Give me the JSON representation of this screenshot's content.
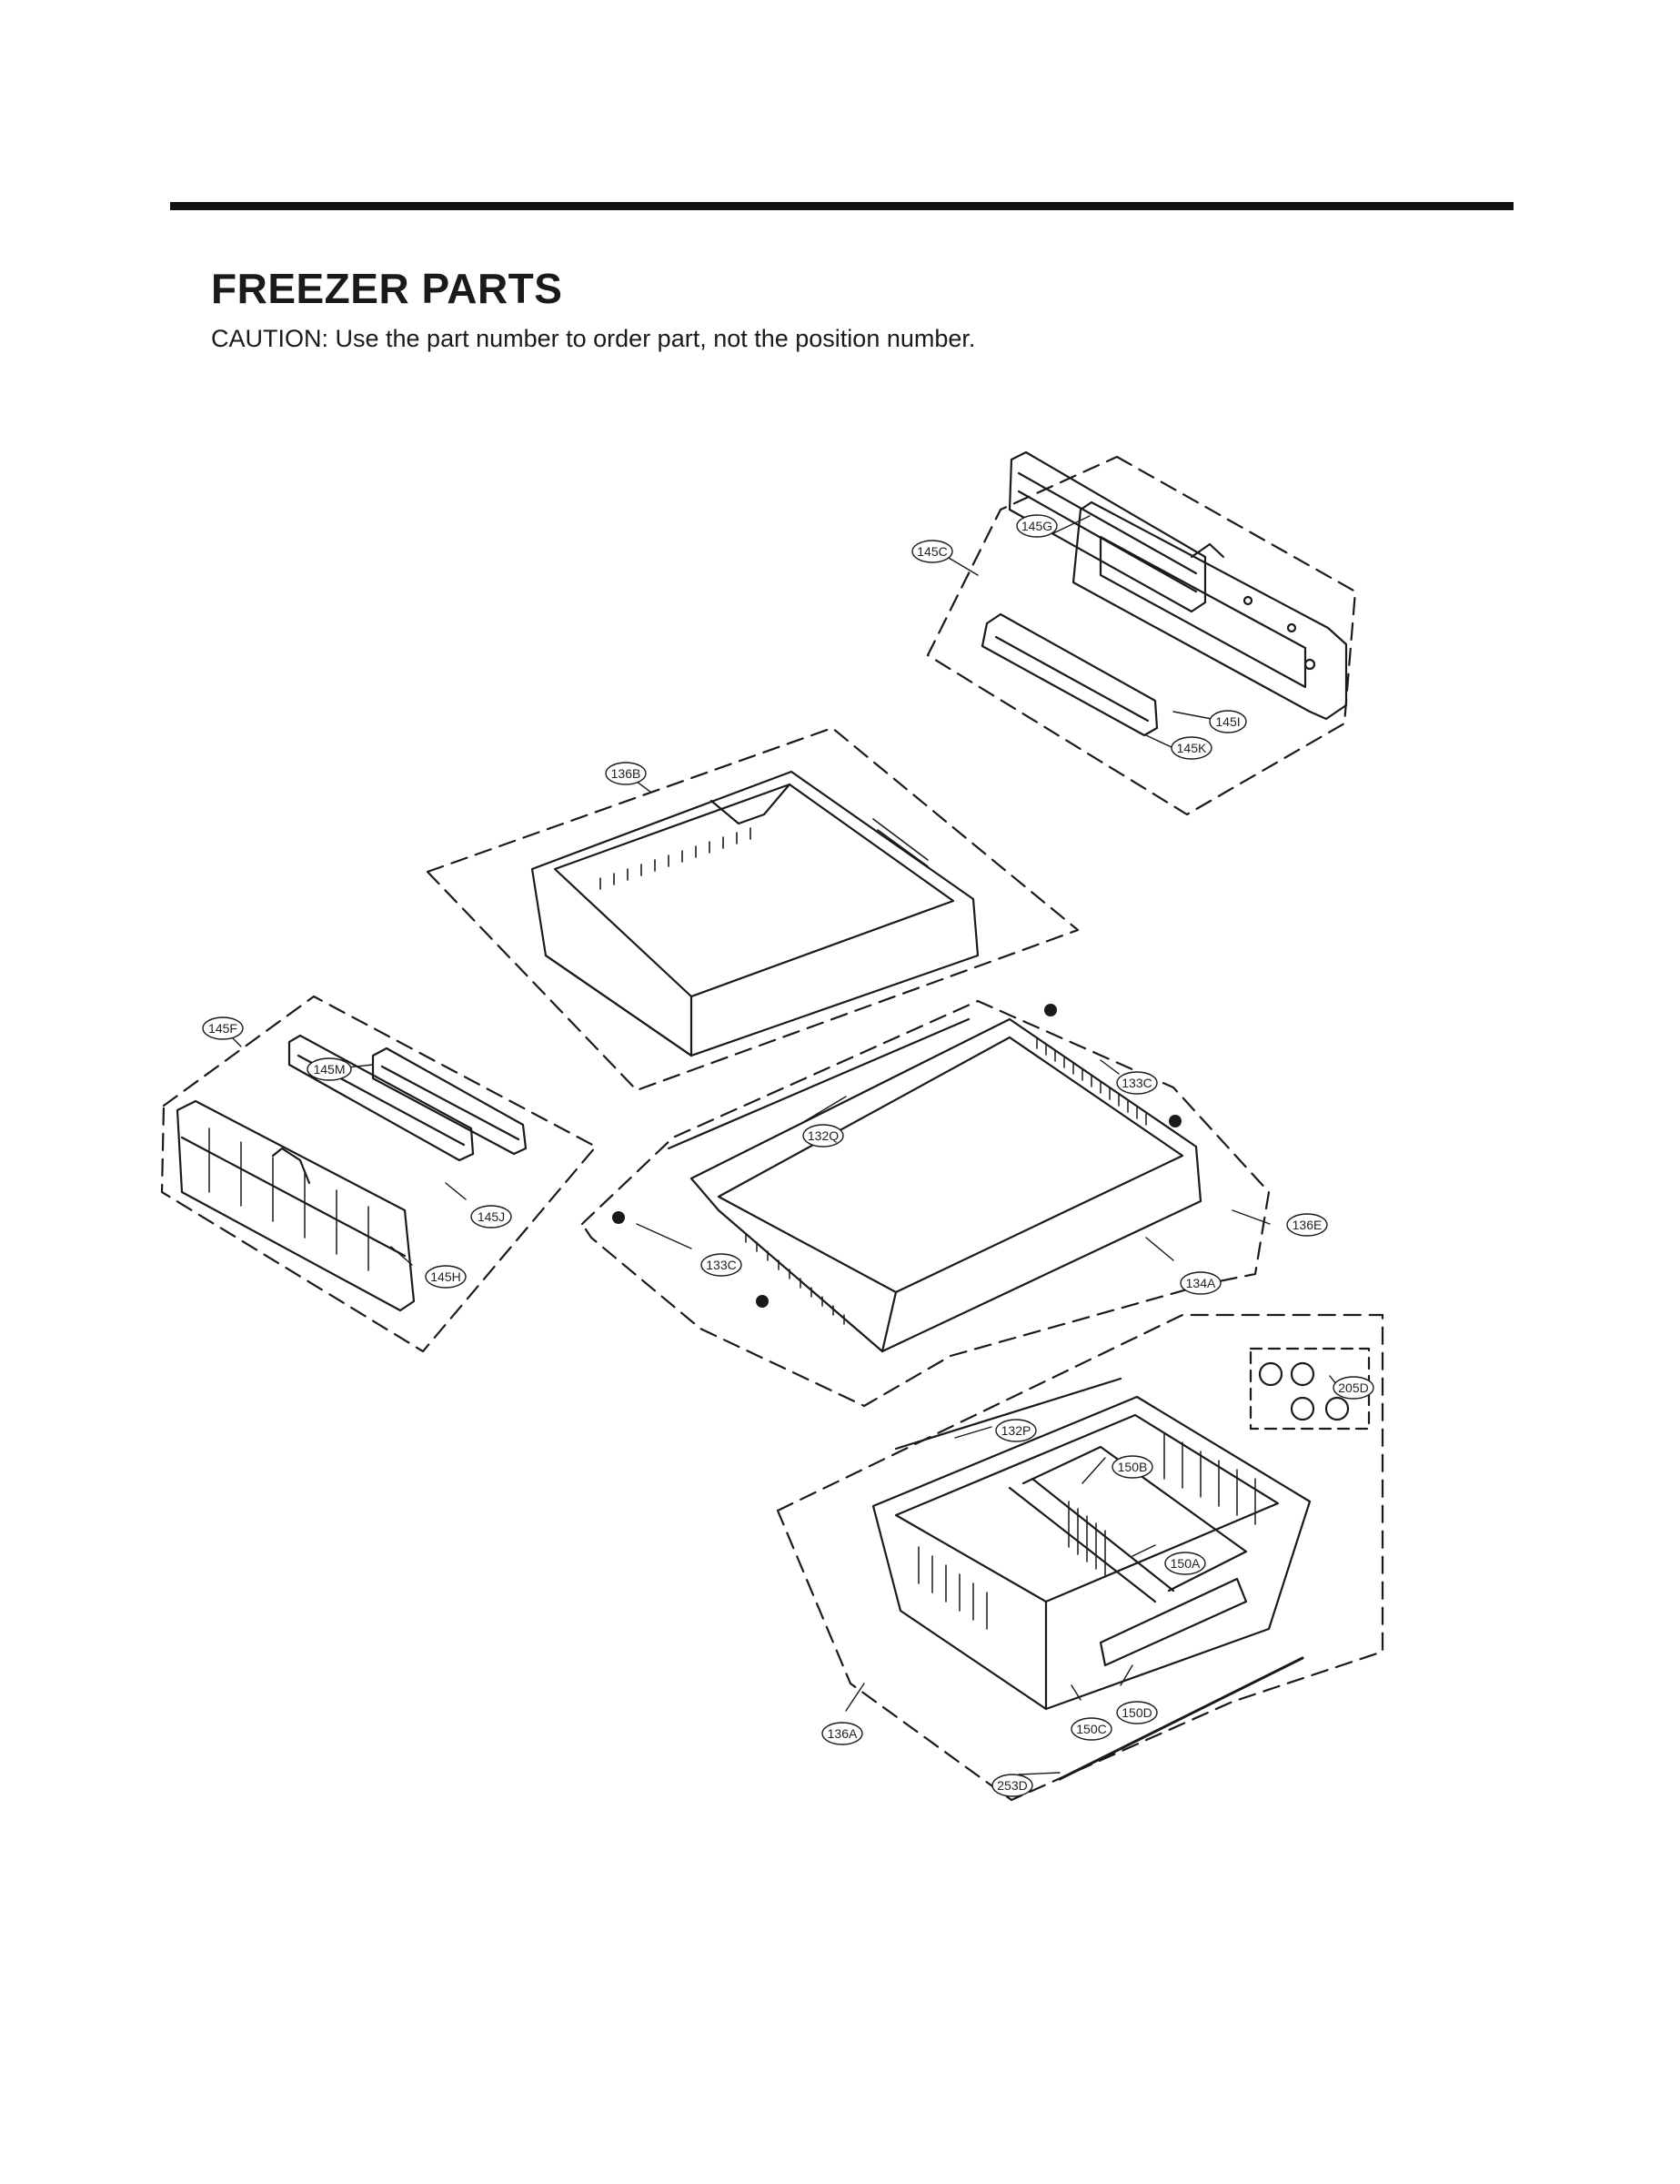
{
  "header": {
    "title": "FREEZER PARTS",
    "caution": "CAUTION: Use the part number to order part, not the position number."
  },
  "callouts": {
    "c145G": "145G",
    "c145C": "145C",
    "c145I": "145I",
    "c145K": "145K",
    "c136B": "136B",
    "c145F": "145F",
    "c145M": "145M",
    "c145J": "145J",
    "c145H": "145H",
    "c132Q": "132Q",
    "c133C_top": "133C",
    "c136E": "136E",
    "c133C_left": "133C",
    "c134A": "134A",
    "c205D": "205D",
    "c132P": "132P",
    "c150B": "150B",
    "c150A": "150A",
    "c150D": "150D",
    "c150C": "150C",
    "c136A": "136A",
    "c253D": "253D"
  }
}
